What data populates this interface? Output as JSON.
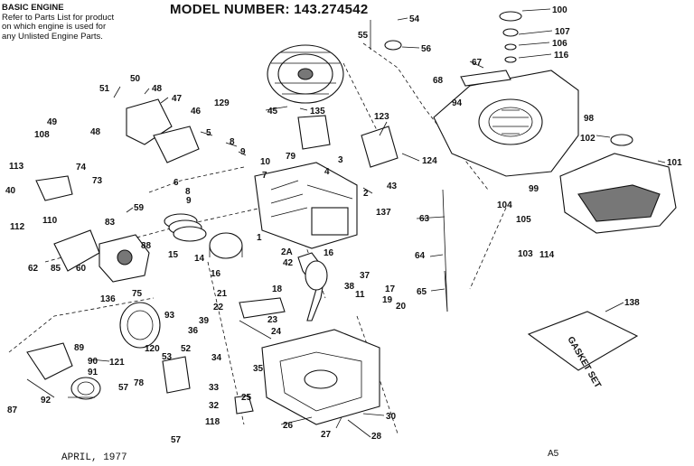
{
  "header": {
    "model_number": "MODEL NUMBER:  143.274542",
    "basic_engine": "BASIC ENGINE",
    "note_line1": "Refer to Parts List for product",
    "note_line2": "on which engine is used for",
    "note_line3": "any Unlisted Engine Parts."
  },
  "footer": {
    "date": "APRIL, 1977",
    "code": "A5"
  },
  "gasket_set_text": "GASKET SET",
  "part_labels": [
    "100",
    "107",
    "106",
    "116",
    "54",
    "55",
    "56",
    "67",
    "68",
    "94",
    "98",
    "102",
    "101",
    "50",
    "51",
    "48",
    "47",
    "49",
    "46",
    "48",
    "108",
    "113",
    "74",
    "73",
    "5",
    "8",
    "9",
    "10",
    "6",
    "8",
    "9",
    "7",
    "129",
    "45",
    "135",
    "123",
    "79",
    "4",
    "3",
    "43",
    "124",
    "2",
    "137",
    "110",
    "112",
    "40",
    "59",
    "83",
    "88",
    "62",
    "85",
    "60",
    "15",
    "16",
    "1",
    "14",
    "2A",
    "42",
    "16",
    "37",
    "38",
    "11",
    "17",
    "19",
    "20",
    "136",
    "75",
    "21",
    "18",
    "22",
    "23",
    "24",
    "93",
    "39",
    "36",
    "120",
    "89",
    "90",
    "91",
    "92",
    "87",
    "121",
    "53",
    "52",
    "34",
    "35",
    "33",
    "25",
    "32",
    "118",
    "78",
    "57",
    "57",
    "26",
    "27",
    "28",
    "30",
    "63",
    "64",
    "65",
    "99",
    "104",
    "105",
    "103",
    "114",
    "138"
  ]
}
